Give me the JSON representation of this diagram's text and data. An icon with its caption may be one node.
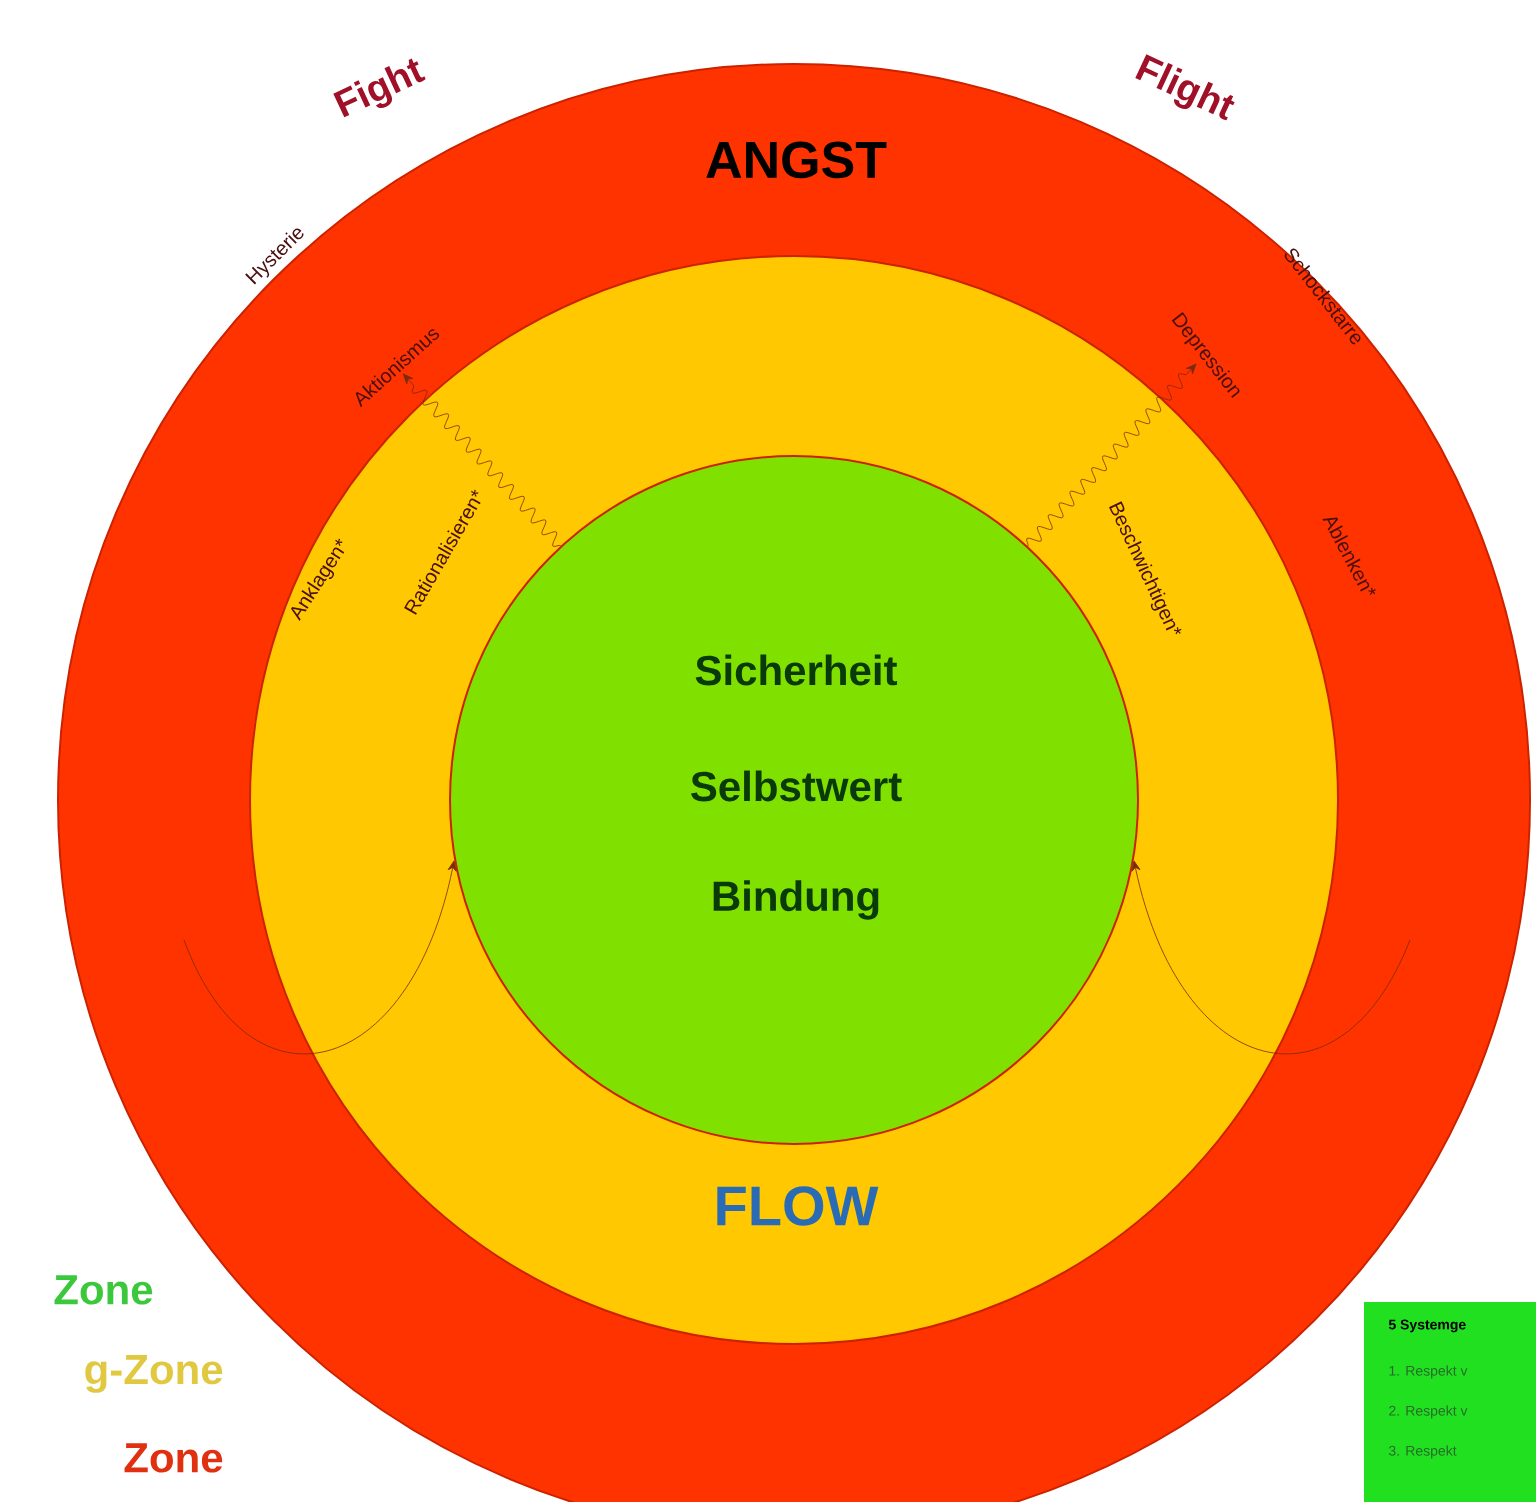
{
  "diagram": {
    "nodes": [
      {
        "text": [
          "ANGST"
        ]
      },
      {
        "text": [
          "FLOW"
        ],
        "in": 0
      },
      {
        "text": [
          "Sicherheit",
          "Selbstwert",
          "Bindung"
        ],
        "in": 1
      },
      {
        "text": [
          "Aktionismus"
        ],
        "in": 0
      },
      {
        "text": [
          "Depression"
        ],
        "in": 0
      }
    ],
    "edges": [
      {
        "from": 2,
        "to": 3,
        "arrow": "to"
      },
      {
        "from": 2,
        "to": 4,
        "arrow": "to"
      },
      {
        "from": null,
        "to": 2,
        "arrow": "to"
      },
      {
        "from": null,
        "to": 2,
        "arrow": "to"
      }
    ],
    "labels": [
      "Fight",
      "Flight",
      "Hysterie",
      "Schockstarre",
      "Anklagen*",
      "Rationalisieren*",
      "Ablenken*",
      "Beschwichtigen*",
      "Zone",
      "g-Zone",
      "Zone",
      "5 Systemge",
      "1. Respekt v",
      "2. Respekt v",
      "3. Respekt"
    ]
  }
}
